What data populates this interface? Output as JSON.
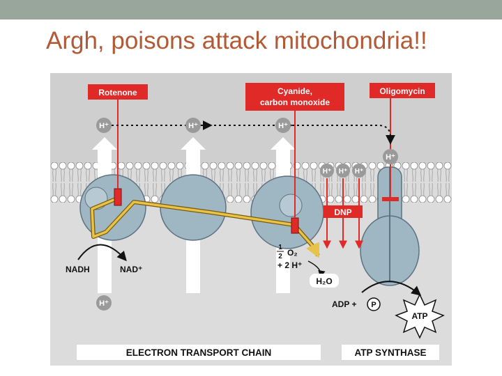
{
  "slide": {
    "title": "Argh, poisons attack mitochondria!!",
    "colors": {
      "top_bar": "#98a69c",
      "title": "#b25935",
      "poison_red": "#e02a28",
      "protein": "#9fb6c3",
      "electron_path": "#e8c34a",
      "background": "#dcdcdc"
    }
  },
  "diagram": {
    "poisons": {
      "rotenone": "Rotenone",
      "cyanide_line1": "Cyanide,",
      "cyanide_line2": "carbon monoxide",
      "oligomycin": "Oligomycin",
      "dnp": "DNP"
    },
    "labels": {
      "proton": "H⁺",
      "nadh": "NADH",
      "nad_plus": "NAD⁺",
      "half_num": "1",
      "half_den": "2",
      "oxygen": "O₂",
      "two_h": "+ 2 H⁺",
      "water": "H₂O",
      "adp_plus": "ADP +",
      "phosphate": "P",
      "atp": "ATP"
    },
    "footer": {
      "etc": "ELECTRON TRANSPORT CHAIN",
      "atp_synthase": "ATP SYNTHASE"
    }
  }
}
